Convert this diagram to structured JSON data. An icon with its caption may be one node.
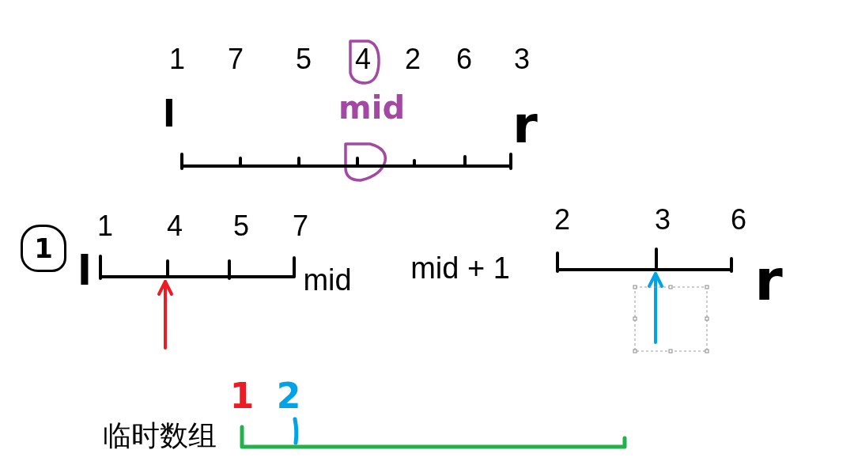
{
  "diagram": {
    "nodes": [
      {
        "text": [],
        "shape": "bar"
      },
      {
        "text": [
          "1"
        ]
      },
      {
        "text": [],
        "shape": "bar"
      },
      {
        "text": [],
        "shape": "bar"
      },
      {
        "text": [],
        "shape": "bar",
        "beside": [
          "临时数组"
        ]
      }
    ],
    "edges": [
      {
        "from": null,
        "to": 2,
        "arrow": "to",
        "color": "#ed1c24"
      },
      {
        "from": null,
        "to": 3,
        "arrow": "to",
        "color": "#00a2e8"
      }
    ],
    "labels": [
      "1",
      "7",
      "5",
      "4",
      "2",
      "6",
      "3",
      "l",
      "mid",
      "r",
      "1",
      "4",
      "5",
      "7",
      "2",
      "3",
      "6",
      "l",
      "mid",
      "mid + 1",
      "r",
      "1",
      "2"
    ]
  }
}
